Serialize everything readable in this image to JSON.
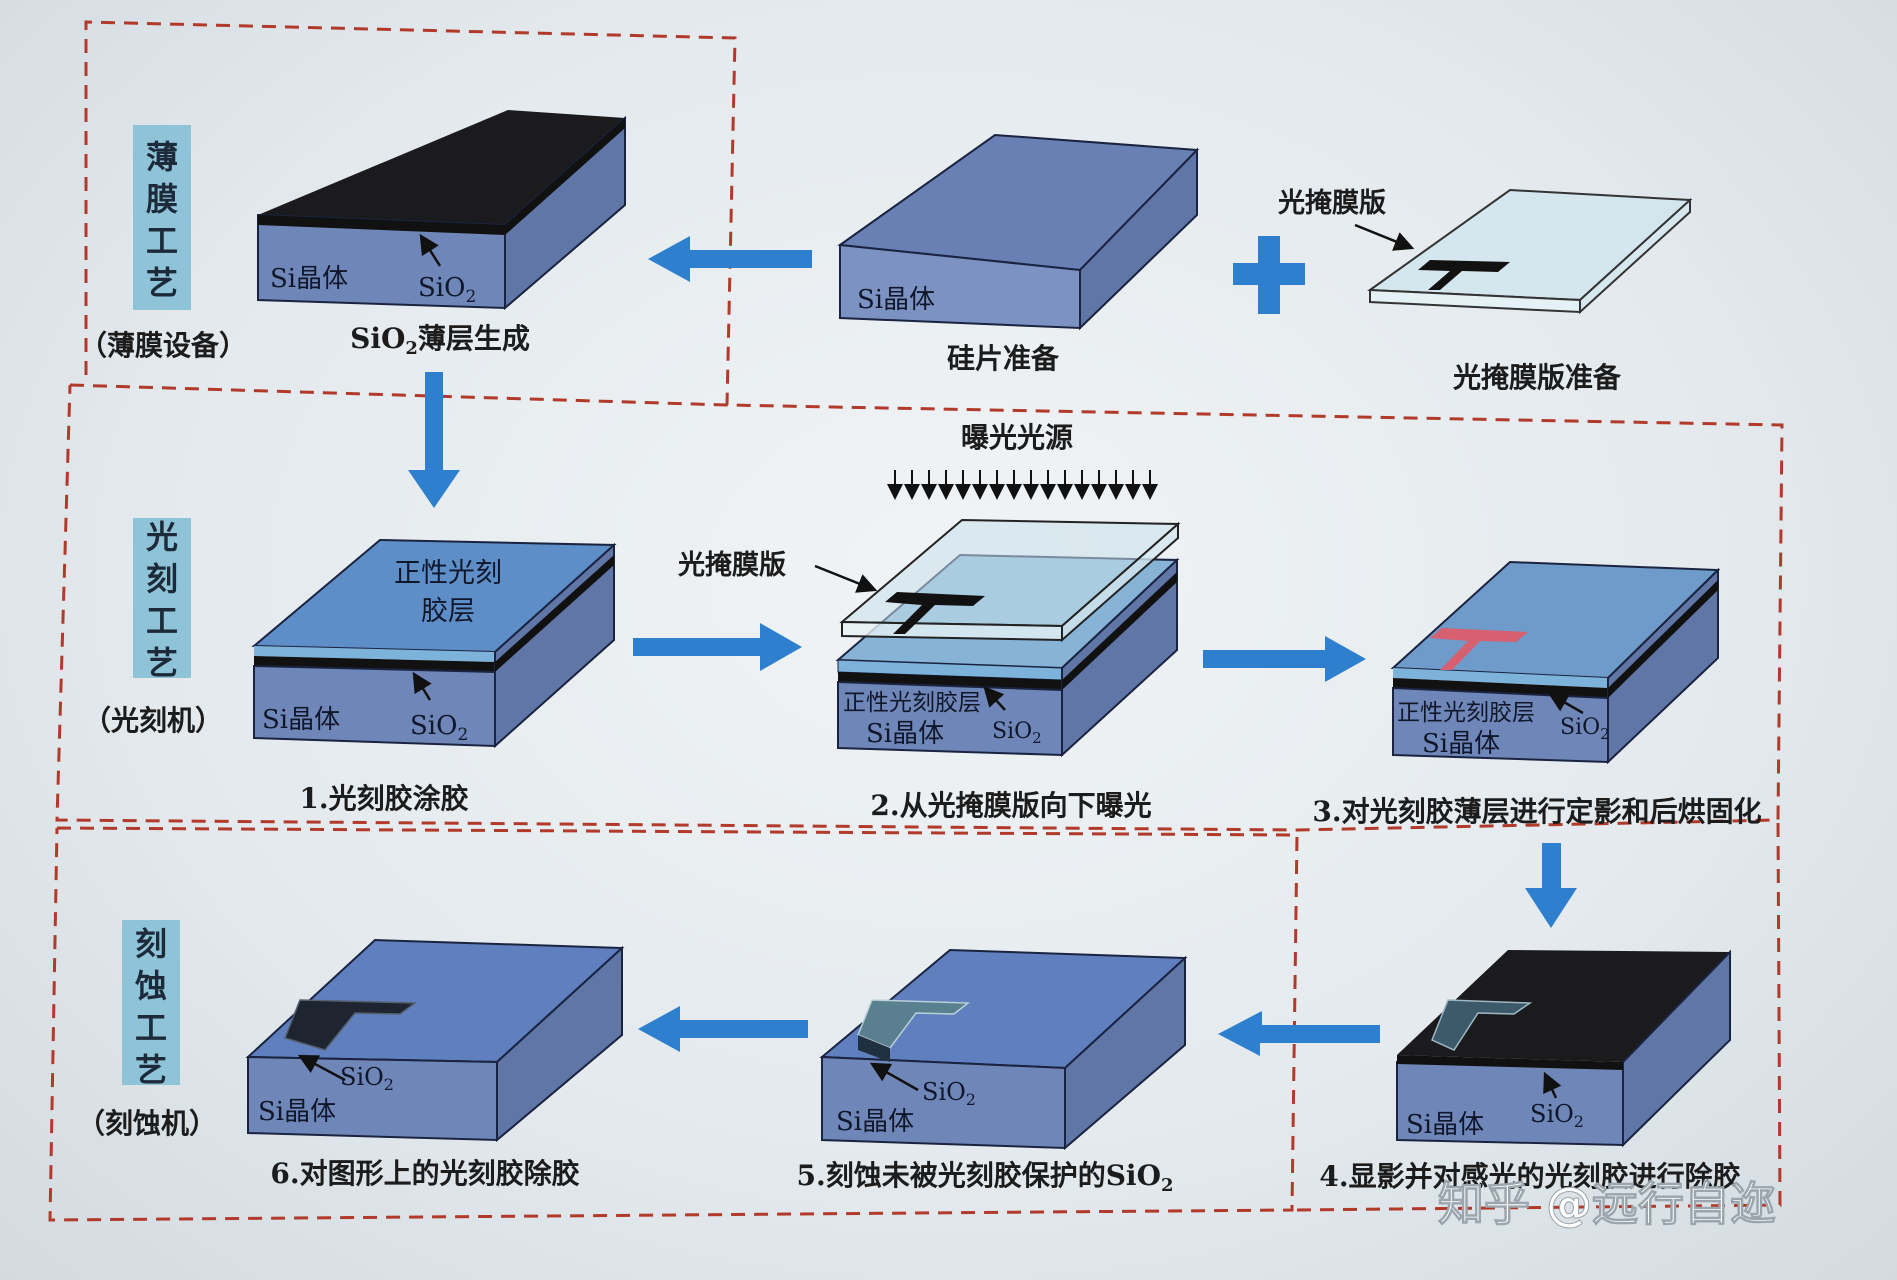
{
  "stages": {
    "thin_film": {
      "chars": [
        "薄",
        "膜",
        "工",
        "艺"
      ],
      "equipment": "（薄膜设备）"
    },
    "lithography": {
      "chars": [
        "光",
        "刻",
        "工",
        "艺"
      ],
      "equipment": "（光刻机）"
    },
    "etching": {
      "chars": [
        "刻",
        "蚀",
        "工",
        "艺"
      ],
      "equipment": "（刻蚀机）"
    }
  },
  "diagram": {
    "si_crystal": "Si晶体",
    "sio2_base": "SiO",
    "sio2_sub": "2",
    "photomask": "光掩膜版",
    "light_source": "曝光光源",
    "resist_line1": "正性光刻",
    "resist_line2": "胶层",
    "resist_layer": "正性光刻胶层"
  },
  "captions": {
    "sio2_growth": {
      "pre": "SiO",
      "sub": "2",
      "post": "薄层生成"
    },
    "wafer_prep": "硅片准备",
    "mask_prep": "光掩膜版准备",
    "step1": "1.光刻胶涂胶",
    "step2": "2.从光掩膜版向下曝光",
    "step3": "3.对光刻胶薄层进行定影和后烘固化",
    "step4": "4.显影并对感光的光刻胶进行除胶",
    "step5": {
      "pre": "5.刻蚀未被光刻胶保护的SiO",
      "sub": "2"
    },
    "step6": "6.对图形上的光刻胶除胶"
  },
  "colors": {
    "flow_arrow": "#2f7fcf",
    "region_border": "#b23a2a",
    "stage_label_bg": "#8fc4d8",
    "silicon_block": "#6f87b8",
    "exposed_resist": "#d76070"
  },
  "watermark": "知乎 @远行自迩"
}
